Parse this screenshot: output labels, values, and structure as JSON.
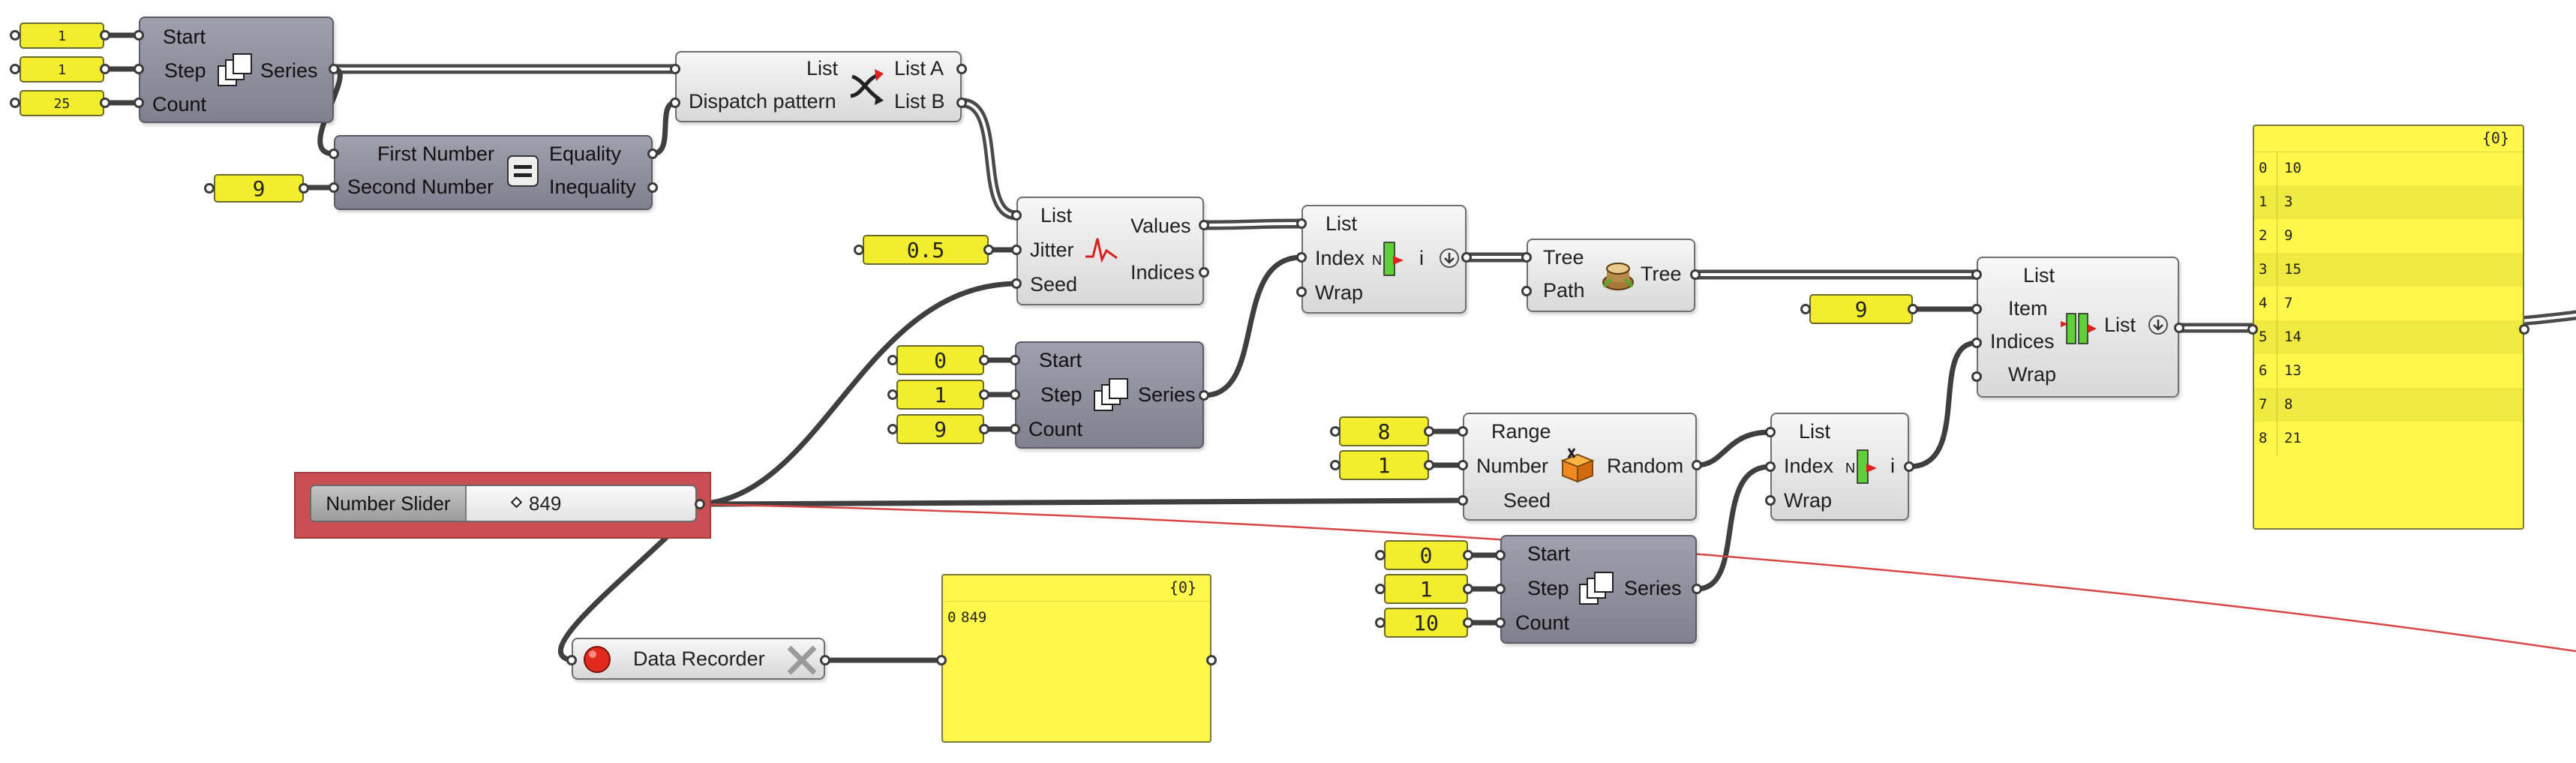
{
  "series1": {
    "inputs": [
      "Start",
      "Step",
      "Count"
    ],
    "output": "Series",
    "values": [
      "1",
      "1",
      "25"
    ]
  },
  "equality": {
    "inputs": [
      "First Number",
      "Second Number"
    ],
    "outputs": [
      "Equality",
      "Inequality"
    ],
    "second_value": "9"
  },
  "dispatch": {
    "inputs": [
      "List",
      "Dispatch pattern"
    ],
    "outputs": [
      "List A",
      "List B"
    ]
  },
  "jitter": {
    "inputs": [
      "List",
      "Jitter",
      "Seed"
    ],
    "outputs": [
      "Values",
      "Indices"
    ],
    "jitter_value": "0.5"
  },
  "series2": {
    "inputs": [
      "Start",
      "Step",
      "Count"
    ],
    "output": "Series",
    "values": [
      "0",
      "1",
      "9"
    ]
  },
  "listitem1": {
    "inputs": [
      "List",
      "Index",
      "Wrap"
    ],
    "output": "i"
  },
  "simplify": {
    "inputs": [
      "Tree",
      "Path"
    ],
    "output": "Tree"
  },
  "listitem2": {
    "inputs": [
      "List",
      "Item",
      "Indices",
      "Wrap"
    ],
    "output": "List",
    "item_value": "9"
  },
  "slider": {
    "name": "Number Slider",
    "value": "849"
  },
  "random": {
    "inputs": [
      "Range",
      "Number",
      "Seed"
    ],
    "output": "Random",
    "values": [
      "8",
      "1"
    ]
  },
  "listitem3": {
    "inputs": [
      "List",
      "Index",
      "Wrap"
    ],
    "output": "i"
  },
  "series3": {
    "inputs": [
      "Start",
      "Step",
      "Count"
    ],
    "output": "Series",
    "values": [
      "0",
      "1",
      "10"
    ]
  },
  "recorder": {
    "name": "Data Recorder"
  },
  "panel_small": {
    "header": "{0}",
    "rows": [
      {
        "i": "0",
        "v": "849"
      }
    ]
  },
  "panel_big": {
    "header": "{0}",
    "rows": [
      {
        "i": "0",
        "v": "10"
      },
      {
        "i": "1",
        "v": "3"
      },
      {
        "i": "2",
        "v": "9"
      },
      {
        "i": "3",
        "v": "15"
      },
      {
        "i": "4",
        "v": "7"
      },
      {
        "i": "5",
        "v": "14"
      },
      {
        "i": "6",
        "v": "13"
      },
      {
        "i": "7",
        "v": "8"
      },
      {
        "i": "8",
        "v": "21"
      }
    ]
  },
  "colors": {
    "panel_yellow": "#fff84a",
    "slider_red": "#c94f55",
    "component_dark": "#8a8a99",
    "wire": "#3f3f3f"
  }
}
